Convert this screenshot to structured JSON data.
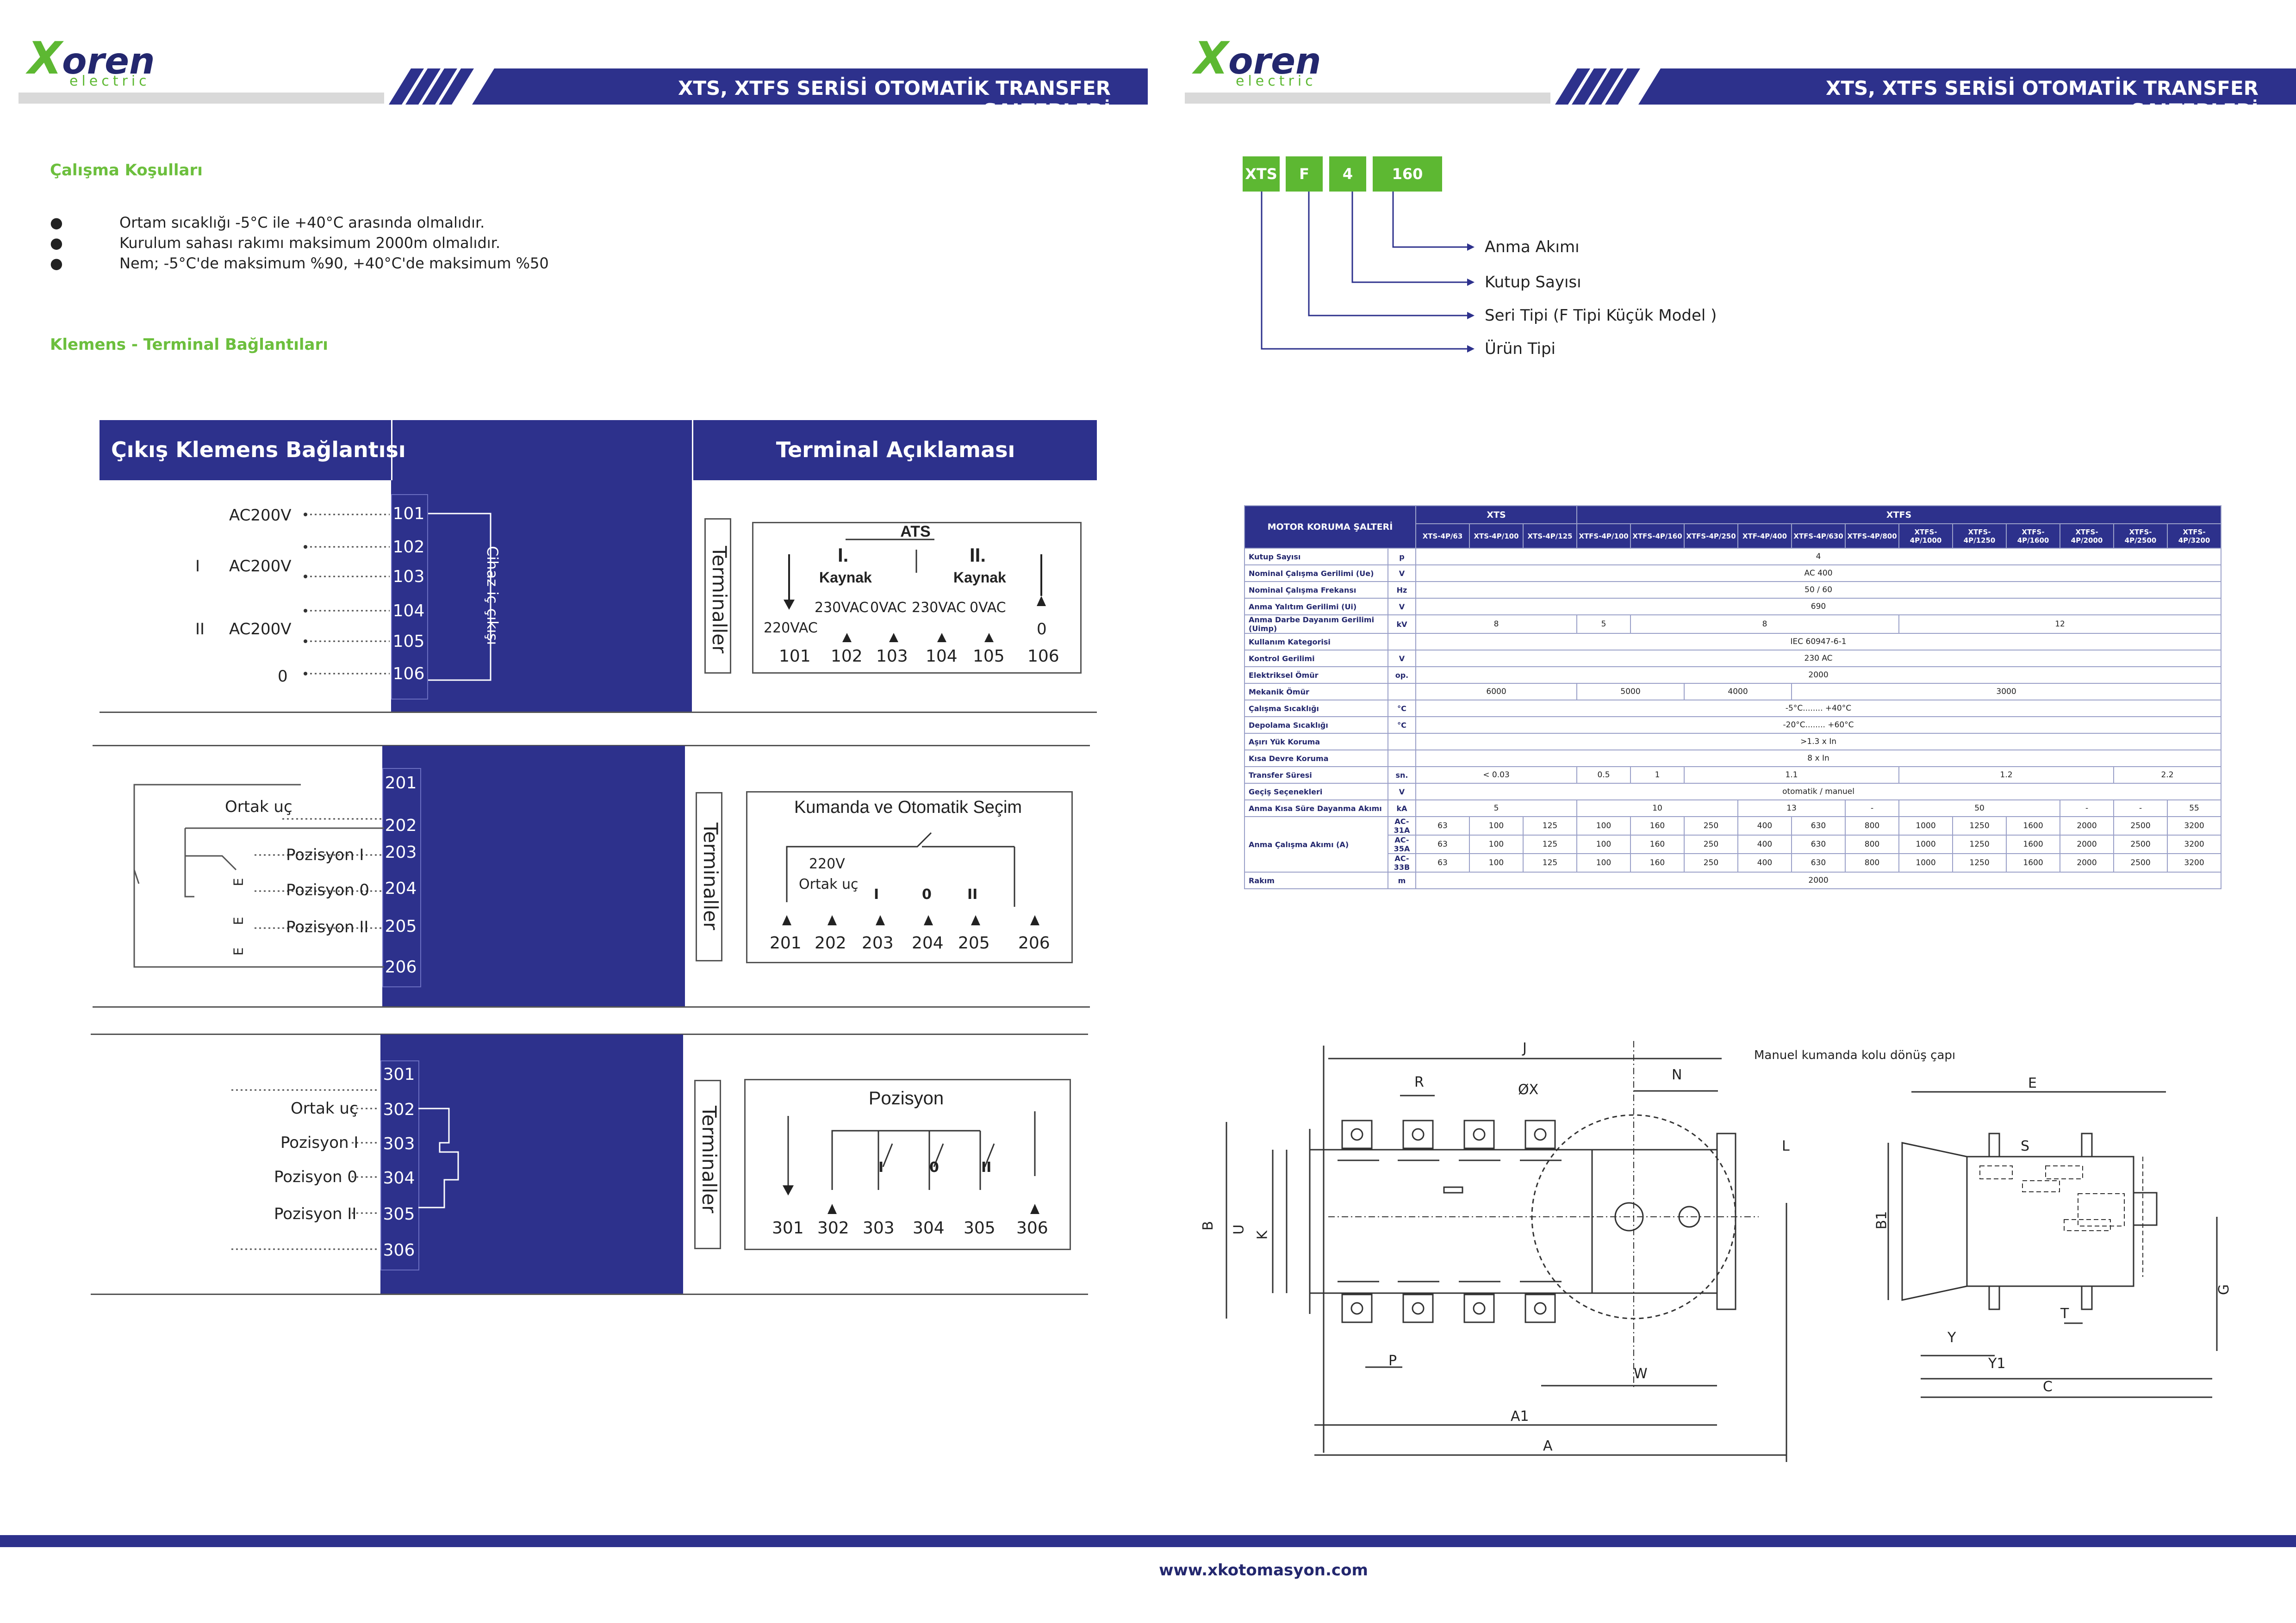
{
  "page": {
    "url": "www.xkotomasyon.com"
  },
  "logo": {
    "x": "X",
    "oren": "oren",
    "sub": "electric"
  },
  "header": {
    "title": "XTS, XTFS SERİSİ OTOMATİK TRANSFER ŞALTERLERİ"
  },
  "colors": {
    "navy": "#2d318c",
    "green": "#6cbf3d",
    "gray": "#d9d9d9"
  },
  "left": {
    "conditions_title": "Çalışma Koşulları",
    "conditions": [
      "Ortam sıcaklığı -5°C ile +40°C arasında olmalıdır.",
      "Kurulum sahası rakımı maksimum 2000m olmalıdır.",
      "Nem; -5°C'de maksimum %90,  +40°C'de maksimum %50"
    ],
    "terminals_title": "Klemens - Terminal Bağlantıları",
    "table_head_left": "Çıkış Klemens Bağlantısı",
    "table_head_right": "Terminal Açıklaması",
    "terminaller": "Terminaller",
    "block1": {
      "labels": {
        "ac1": "AC200V",
        "ac2": "AC200V",
        "ac3": "AC200V",
        "i": "I",
        "ii": "II",
        "zero": "0"
      },
      "terminals": [
        "101",
        "102",
        "103",
        "104",
        "105",
        "106"
      ],
      "cihaz": "Cihaz iç çıkışı",
      "ats": "ATS",
      "kaynak1_num": "I.",
      "kaynak1": "Kaynak",
      "kaynak2_num": "II.",
      "kaynak2": "Kaynak",
      "v230a": "230VAC",
      "v0a": "0VAC",
      "v230b": "230VAC",
      "v0b": "0VAC",
      "v220": "220VAC",
      "v0": "0"
    },
    "block2": {
      "labels": {
        "ortak": "Ortak uç",
        "p1": "Pozisyon I",
        "p0": "Pozisyon 0",
        "p2": "Pozisyon II",
        "e": "E"
      },
      "terminals": [
        "201",
        "202",
        "203",
        "204",
        "205",
        "206"
      ],
      "title": "Kumanda ve Otomatik Seçim",
      "v220": "220V",
      "ortak": "Ortak uç",
      "i": "I",
      "zero": "0",
      "ii": "II"
    },
    "block3": {
      "labels": {
        "ortak": "Ortak uç",
        "p1": "Pozisyon I",
        "p0": "Pozisyon 0",
        "p2": "Pozisyon II"
      },
      "terminals": [
        "301",
        "302",
        "303",
        "304",
        "305",
        "306"
      ],
      "title": "Pozisyon",
      "i": "I",
      "zero": "0",
      "ii": "II"
    }
  },
  "right": {
    "code": [
      "XTS",
      "F",
      "4",
      "160"
    ],
    "code_labels": [
      "Anma Akımı",
      "Kutup Sayısı",
      "Seri Tipi (F Tipi Küçük Model )",
      "Ürün Tipi"
    ],
    "table": {
      "corner": "MOTOR KORUMA ŞALTERİ",
      "group_xts": "XTS",
      "group_xtfs": "XTFS",
      "models": [
        "XTS-4P/63",
        "XTS-4P/100",
        "XTS-4P/125",
        "XTFS-4P/100",
        "XTFS-4P/160",
        "XTFS-4P/250",
        "XTF-4P/400",
        "XTFS-4P/630",
        "XTFS-4P/800",
        "XTFS-4P/1000",
        "XTFS-4P/1250",
        "XTFS-4P/1600",
        "XTFS-4P/2000",
        "XTFS-4P/2500",
        "XTFS-4P/3200"
      ],
      "rows": [
        {
          "name": "Kutup Sayısı",
          "unit": "p",
          "cells": [
            {
              "v": "4",
              "s": 15
            }
          ]
        },
        {
          "name": "Nominal Çalışma Gerilimi (Ue)",
          "unit": "V",
          "cells": [
            {
              "v": "AC 400",
              "s": 15
            }
          ]
        },
        {
          "name": "Nominal Çalışma Frekansı",
          "unit": "Hz",
          "cells": [
            {
              "v": "50 / 60",
              "s": 15
            }
          ]
        },
        {
          "name": "Anma Yalıtım Gerilimi (Ui)",
          "unit": "V",
          "cells": [
            {
              "v": "690",
              "s": 15
            }
          ]
        },
        {
          "name": "Anma Darbe Dayanım Gerilimi (Uimp)",
          "unit": "kV",
          "cells": [
            {
              "v": "8",
              "s": 3
            },
            {
              "v": "5",
              "s": 1
            },
            {
              "v": "8",
              "s": 5
            },
            {
              "v": "12",
              "s": 6
            }
          ]
        },
        {
          "name": "Kullanım Kategorisi",
          "unit": "",
          "cells": [
            {
              "v": "IEC 60947-6-1",
              "s": 15
            }
          ]
        },
        {
          "name": "Kontrol Gerilimi",
          "unit": "V",
          "cells": [
            {
              "v": "230 AC",
              "s": 15
            }
          ]
        },
        {
          "name": "Elektriksel Ömür",
          "unit": "op.",
          "cells": [
            {
              "v": "2000",
              "s": 15
            }
          ]
        },
        {
          "name": "Mekanik Ömür",
          "unit": "",
          "cells": [
            {
              "v": "6000",
              "s": 3
            },
            {
              "v": "5000",
              "s": 2
            },
            {
              "v": "4000",
              "s": 2
            },
            {
              "v": "3000",
              "s": 8
            }
          ]
        },
        {
          "name": "Çalışma Sıcaklığı",
          "unit": "°C",
          "cells": [
            {
              "v": "-5°C........ +40°C",
              "s": 15
            }
          ]
        },
        {
          "name": "Depolama Sıcaklığı",
          "unit": "°C",
          "cells": [
            {
              "v": "-20°C........ +60°C",
              "s": 15
            }
          ]
        },
        {
          "name": "Aşırı Yük Koruma",
          "unit": "",
          "cells": [
            {
              "v": ">1.3 x In",
              "s": 15
            }
          ]
        },
        {
          "name": "Kısa Devre Koruma",
          "unit": "",
          "cells": [
            {
              "v": "8 x In",
              "s": 15
            }
          ]
        },
        {
          "name": "Transfer Süresi",
          "unit": "sn.",
          "cells": [
            {
              "v": "< 0.03",
              "s": 3
            },
            {
              "v": "0.5",
              "s": 1
            },
            {
              "v": "1",
              "s": 1
            },
            {
              "v": "1.1",
              "s": 4
            },
            {
              "v": "1.2",
              "s": 4
            },
            {
              "v": "2.2",
              "s": 2
            }
          ]
        },
        {
          "name": "Geçiş Seçenekleri",
          "unit": "V",
          "cells": [
            {
              "v": "otomatik / manuel",
              "s": 15
            }
          ]
        },
        {
          "name": "Anma Kısa Süre Dayanma Akımı",
          "unit": "kA",
          "cells": [
            {
              "v": "5",
              "s": 3
            },
            {
              "v": "10",
              "s": 3
            },
            {
              "v": "13",
              "s": 2
            },
            {
              "v": "-",
              "s": 1
            },
            {
              "v": "50",
              "s": 3
            },
            {
              "v": "-",
              "s": 1
            },
            {
              "v": "-",
              "s": 1
            },
            {
              "v": "55",
              "s": 1
            }
          ]
        }
      ],
      "current_label": "Anma Çalışma Akımı (A)",
      "current_rows": [
        {
          "cat": "AC-31A",
          "vals": [
            "63",
            "100",
            "125",
            "100",
            "160",
            "250",
            "400",
            "630",
            "800",
            "1000",
            "1250",
            "1600",
            "2000",
            "2500",
            "3200"
          ]
        },
        {
          "cat": "AC-35A",
          "vals": [
            "63",
            "100",
            "125",
            "100",
            "160",
            "250",
            "400",
            "630",
            "800",
            "1000",
            "1250",
            "1600",
            "2000",
            "2500",
            "3200"
          ]
        },
        {
          "cat": "AC-33B",
          "vals": [
            "63",
            "100",
            "125",
            "100",
            "160",
            "250",
            "400",
            "630",
            "800",
            "1000",
            "1250",
            "1600",
            "2000",
            "2500",
            "3200"
          ]
        }
      ],
      "last_row": {
        "name": "Rakım",
        "unit": "m",
        "value": "2000"
      }
    },
    "dims": {
      "j": "J",
      "r": "R",
      "ox": "ØX",
      "n": "N",
      "manuel": "Manuel kumanda kolu dönüş çapı",
      "l": "L",
      "b": "B",
      "u": "U",
      "k": "K",
      "p": "P",
      "w": "W",
      "a1": "A1",
      "a": "A",
      "e": "E",
      "s": "S",
      "b1": "B1",
      "g": "G",
      "y": "Y",
      "y1": "Y1",
      "t": "T",
      "c": "C"
    }
  }
}
